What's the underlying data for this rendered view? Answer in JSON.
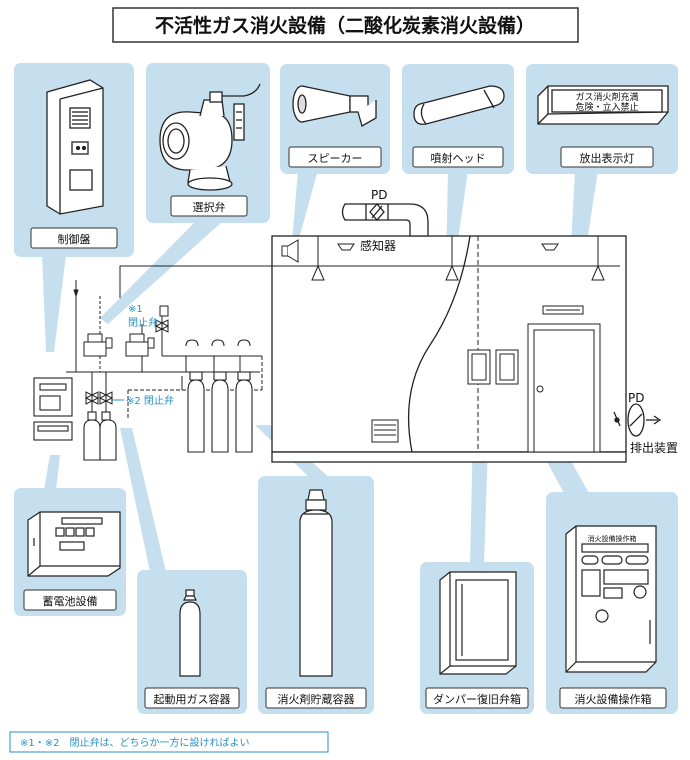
{
  "title": "不活性ガス消火設備（二酸化炭素消火設備）",
  "components": {
    "control_panel": "制御盤",
    "selector_valve": "選択弁",
    "speaker": "スピーカー",
    "nozzle": "噴射ヘッド",
    "discharge_lamp": "放出表示灯",
    "battery": "蓄電池設備",
    "starter_cylinder": "起動用ガス容器",
    "storage_cylinder": "消火剤貯蔵容器",
    "damper_box": "ダンパー復旧弁箱",
    "operation_box": "消火設備操作箱"
  },
  "diagram": {
    "pd_top": "PD",
    "pd_right": "PD",
    "detector": "感知器",
    "exhaust": "排出装置",
    "valve_mark_1": "※1",
    "valve_1": "閉止弁",
    "valve_2": "※2 閉止弁"
  },
  "lamp_sign": {
    "line1": "ガス消火剤充満",
    "line2": "危険・立入禁止"
  },
  "operation_panel": {
    "title": "消火設備操作箱"
  },
  "footnote": "※1・※2　閉止弁は、どちらか一方に設ければよい",
  "colors": {
    "panel_bg": "#c5dfee",
    "accent": "#2a8fc7",
    "line": "#222222"
  }
}
